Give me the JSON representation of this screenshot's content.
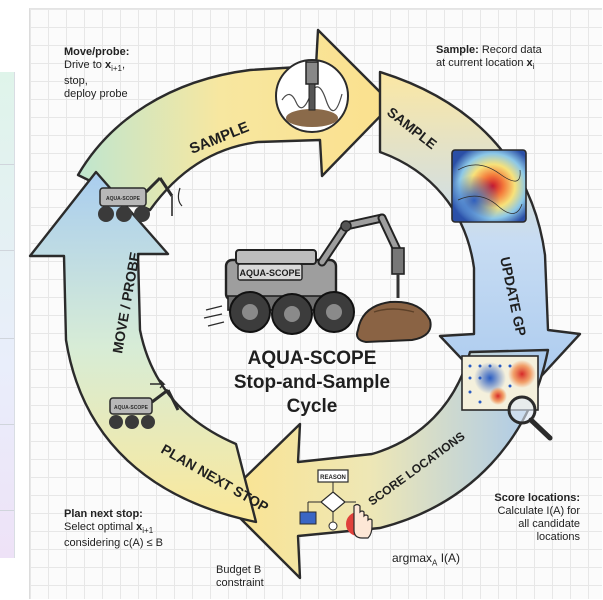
{
  "diagram": {
    "title_line1": "AQUA-SCOPE",
    "title_line2": "Stop-and-Sample",
    "title_line3": "Cycle",
    "rover_label": "AQUA-SCOPE",
    "robot_label": "AQUA-SCOPE",
    "flowchart_box_label": "REASON",
    "arc_labels": {
      "sample_left": "SAMPLE",
      "sample_right": "SAMPLE",
      "update_gp": "UPDATE GP",
      "score_locations": "SCORE LOCATIONS",
      "plan_next_stop": "PLAN NEXT STOP",
      "move_probe": "MOVE / PROBE"
    },
    "annotations": {
      "move_probe": {
        "heading": "Move/probe:",
        "line1_prefix": "Drive to ",
        "line1_var": "x",
        "line1_sub": "i+1",
        "line1_suffix": ",",
        "line2": "stop,",
        "line3": "deploy probe"
      },
      "sample": {
        "heading": "Sample:",
        "line1_rest": " Record data",
        "line2_prefix": "at current location ",
        "line2_var": "x",
        "line2_sub": "i"
      },
      "score": {
        "heading": "Score locations:",
        "line1": "Calculate I(A) for",
        "line2": "all candidate",
        "line3": "locations"
      },
      "plan": {
        "heading": "Plan next stop:",
        "line1_prefix": "Select optimal ",
        "line1_var": "x",
        "line1_sub": "i+1",
        "line2": "considering c(A) ≤ B"
      },
      "budget": {
        "line1": "Budget B",
        "line2": "constraint"
      },
      "argmax": {
        "prefix": "argmax",
        "sub": "A",
        "suffix": " I(A)"
      }
    }
  },
  "colors": {
    "arc_yellow": "#f8e08a",
    "arc_green": "#bfe6cf",
    "arc_blue": "#a9cdf0",
    "ink": "#1f1f1f"
  },
  "icons": [
    "rover",
    "robotic-arm",
    "probe",
    "heatmap",
    "gp-map",
    "magnifier",
    "flowchart",
    "hand-cursor",
    "rock"
  ]
}
